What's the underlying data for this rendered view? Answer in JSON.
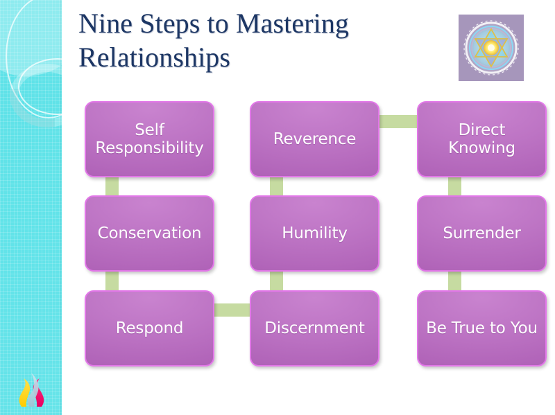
{
  "slide": {
    "title": "Nine Steps to Mastering Relationships",
    "title_line1": "Nine Steps to Mastering",
    "title_line2": "Relationships",
    "background_color": "#ffffff",
    "sidebar_color": "#5de2e8",
    "title_color": "#1c3664",
    "node_fill_color": "#bd74c4",
    "node_border_color": "#e277e8",
    "node_text_color": "#ffffff",
    "connector_color": "#c6dba1"
  },
  "decorations": {
    "mandala_name": "mandala-star-image",
    "flame_logo_name": "flame-logo-icon",
    "ring_top_name": "decorative-ring-outline-top",
    "ring_thick_name": "decorative-ring-thick",
    "ring_bottom_name": "decorative-ring-outline-bottom"
  },
  "diagram": {
    "type": "process-grid",
    "rows": 3,
    "columns": 3,
    "nodes": [
      {
        "id": "self-responsibility",
        "label": "Self Responsibility",
        "row": 1,
        "col": 1
      },
      {
        "id": "reverence",
        "label": "Reverence",
        "row": 1,
        "col": 2
      },
      {
        "id": "direct-knowing",
        "label": "Direct Knowing",
        "row": 1,
        "col": 3
      },
      {
        "id": "conservation",
        "label": "Conservation",
        "row": 2,
        "col": 1
      },
      {
        "id": "humility",
        "label": "Humility",
        "row": 2,
        "col": 2
      },
      {
        "id": "surrender",
        "label": "Surrender",
        "row": 2,
        "col": 3
      },
      {
        "id": "respond",
        "label": "Respond",
        "row": 3,
        "col": 1
      },
      {
        "id": "discernment",
        "label": "Discernment",
        "row": 3,
        "col": 2
      },
      {
        "id": "be-true-to-you",
        "label": "Be True to You",
        "row": 3,
        "col": 3
      }
    ],
    "connectors": [
      {
        "id": "reverence-to-direct-knowing",
        "from": "reverence",
        "to": "direct-knowing",
        "orientation": "horizontal"
      },
      {
        "id": "self-responsibility-to-conservation",
        "from": "self-responsibility",
        "to": "conservation",
        "orientation": "vertical"
      },
      {
        "id": "reverence-to-humility",
        "from": "reverence",
        "to": "humility",
        "orientation": "vertical"
      },
      {
        "id": "direct-knowing-to-surrender",
        "from": "direct-knowing",
        "to": "surrender",
        "orientation": "vertical"
      },
      {
        "id": "conservation-to-respond",
        "from": "conservation",
        "to": "respond",
        "orientation": "vertical"
      },
      {
        "id": "humility-to-discernment",
        "from": "humility",
        "to": "discernment",
        "orientation": "vertical"
      },
      {
        "id": "surrender-to-be-true-to-you",
        "from": "surrender",
        "to": "be-true-to-you",
        "orientation": "vertical"
      },
      {
        "id": "respond-to-discernment",
        "from": "respond",
        "to": "discernment",
        "orientation": "horizontal"
      }
    ]
  }
}
